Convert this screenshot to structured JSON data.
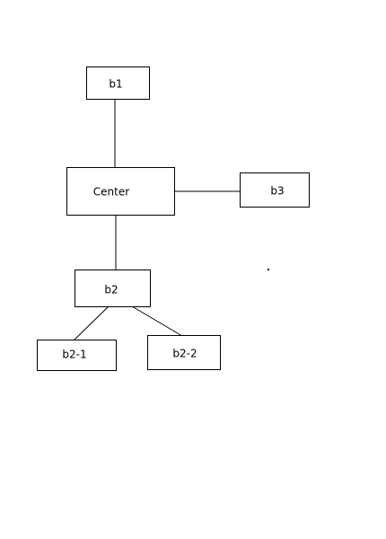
{
  "diagram": {
    "nodes": [
      {
        "id": "b1",
        "label": "b1"
      },
      {
        "id": "center",
        "label": "Center"
      },
      {
        "id": "b3",
        "label": "b3"
      },
      {
        "id": "b2",
        "label": "b2"
      },
      {
        "id": "b2-1",
        "label": "b2-1"
      },
      {
        "id": "b2-2",
        "label": "b2-2"
      }
    ],
    "edges": [
      {
        "from": "b1",
        "to": "center"
      },
      {
        "from": "center",
        "to": "b3"
      },
      {
        "from": "center",
        "to": "b2"
      },
      {
        "from": "b2",
        "to": "b2-1"
      },
      {
        "from": "b2",
        "to": "b2-2"
      }
    ],
    "colors": {
      "stroke": "#000000",
      "fill": "#ffffff",
      "background": "#ffffff"
    }
  }
}
